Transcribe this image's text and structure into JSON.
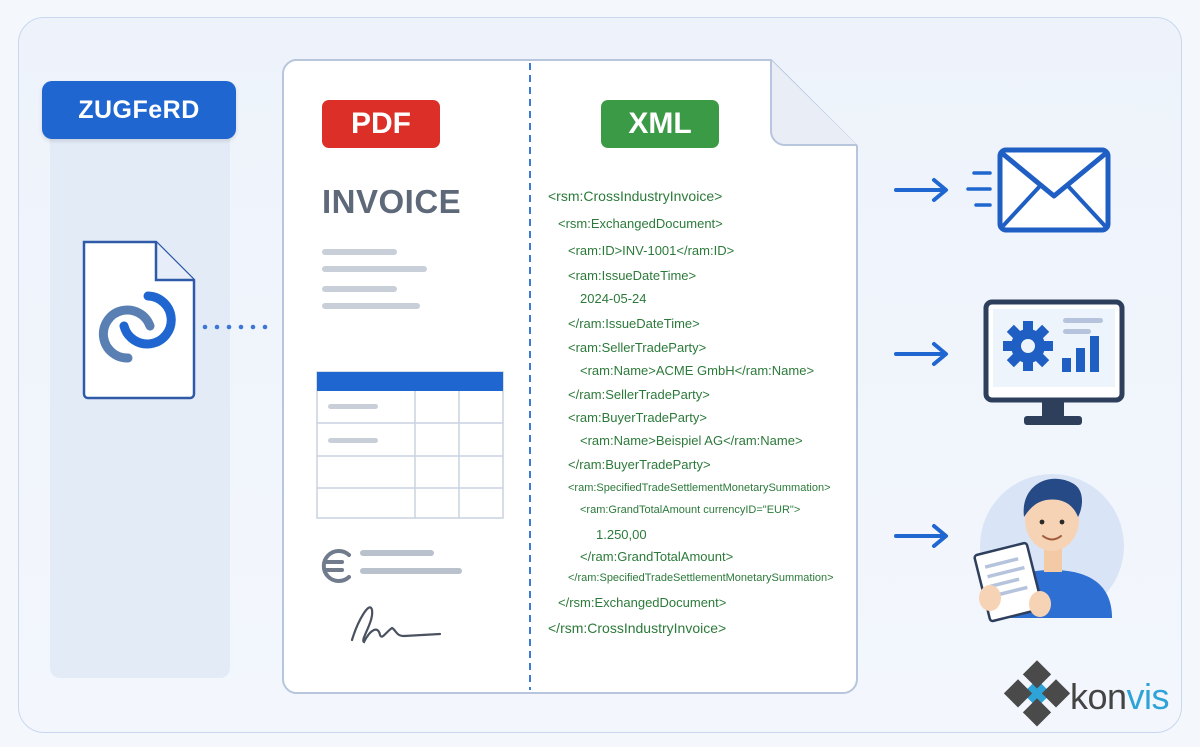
{
  "labels": {
    "zugferd": "ZUGFeRD",
    "pdf": "PDF",
    "xml": "XML",
    "invoice": "INVOICE",
    "logo_prefix": "kon",
    "logo_suffix": "vis"
  },
  "xml_lines": [
    {
      "text": "<rsm:CrossIndustryInvoice>",
      "level": 0
    },
    {
      "text": "<rsm:ExchangedDocument>",
      "level": 1
    },
    {
      "text": "<ram:ID>INV-1001</ram:ID>",
      "level": 2
    },
    {
      "text": "<ram:IssueDateTime>",
      "level": 2
    },
    {
      "text": "2024-05-24",
      "level": 3
    },
    {
      "text": "</ram:IssueDateTime>",
      "level": 2
    },
    {
      "text": "<ram:SellerTradeParty>",
      "level": 2
    },
    {
      "text": "<ram:Name>ACME GmbH</ram:Name>",
      "level": 3
    },
    {
      "text": "</ram:SellerTradeParty>",
      "level": 2
    },
    {
      "text": "<ram:BuyerTradeParty>",
      "level": 2
    },
    {
      "text": "<ram:Name>Beispiel AG</ram:Name>",
      "level": 3
    },
    {
      "text": "</ram:BuyerTradeParty>",
      "level": 2
    },
    {
      "text": "<ram:SpecifiedTradeSettlementMonetarySummation>",
      "level": 2,
      "small": true
    },
    {
      "text": "<ram:GrandTotalAmount currencyID=\"EUR\">",
      "level": 3,
      "small": true
    },
    {
      "text": "1.250,00",
      "level": 4
    },
    {
      "text": "</ram:GrandTotalAmount>",
      "level": 3
    },
    {
      "text": "</ram:SpecifiedTradeSettlementMonetarySummation>",
      "level": 2,
      "small": true
    },
    {
      "text": "</rsm:ExchangedDocument>",
      "level": 1
    },
    {
      "text": "</rsm:CrossIndustryInvoice>",
      "level": 0
    }
  ],
  "icons": {
    "file": "linked-file-icon",
    "euro": "euro-icon",
    "signature": "signature-icon",
    "email": "email-icon",
    "monitor": "monitor-analytics-icon",
    "person": "person-reading-icon",
    "arrow": "arrow-right-icon",
    "logo": "konvis-logo-icon"
  },
  "colors": {
    "brand_blue": "#1f66d1",
    "pdf_red": "#dc2f27",
    "xml_green": "#3b9a46",
    "xml_text": "#2c7a3a",
    "icon_blue": "#1f5fc4"
  }
}
